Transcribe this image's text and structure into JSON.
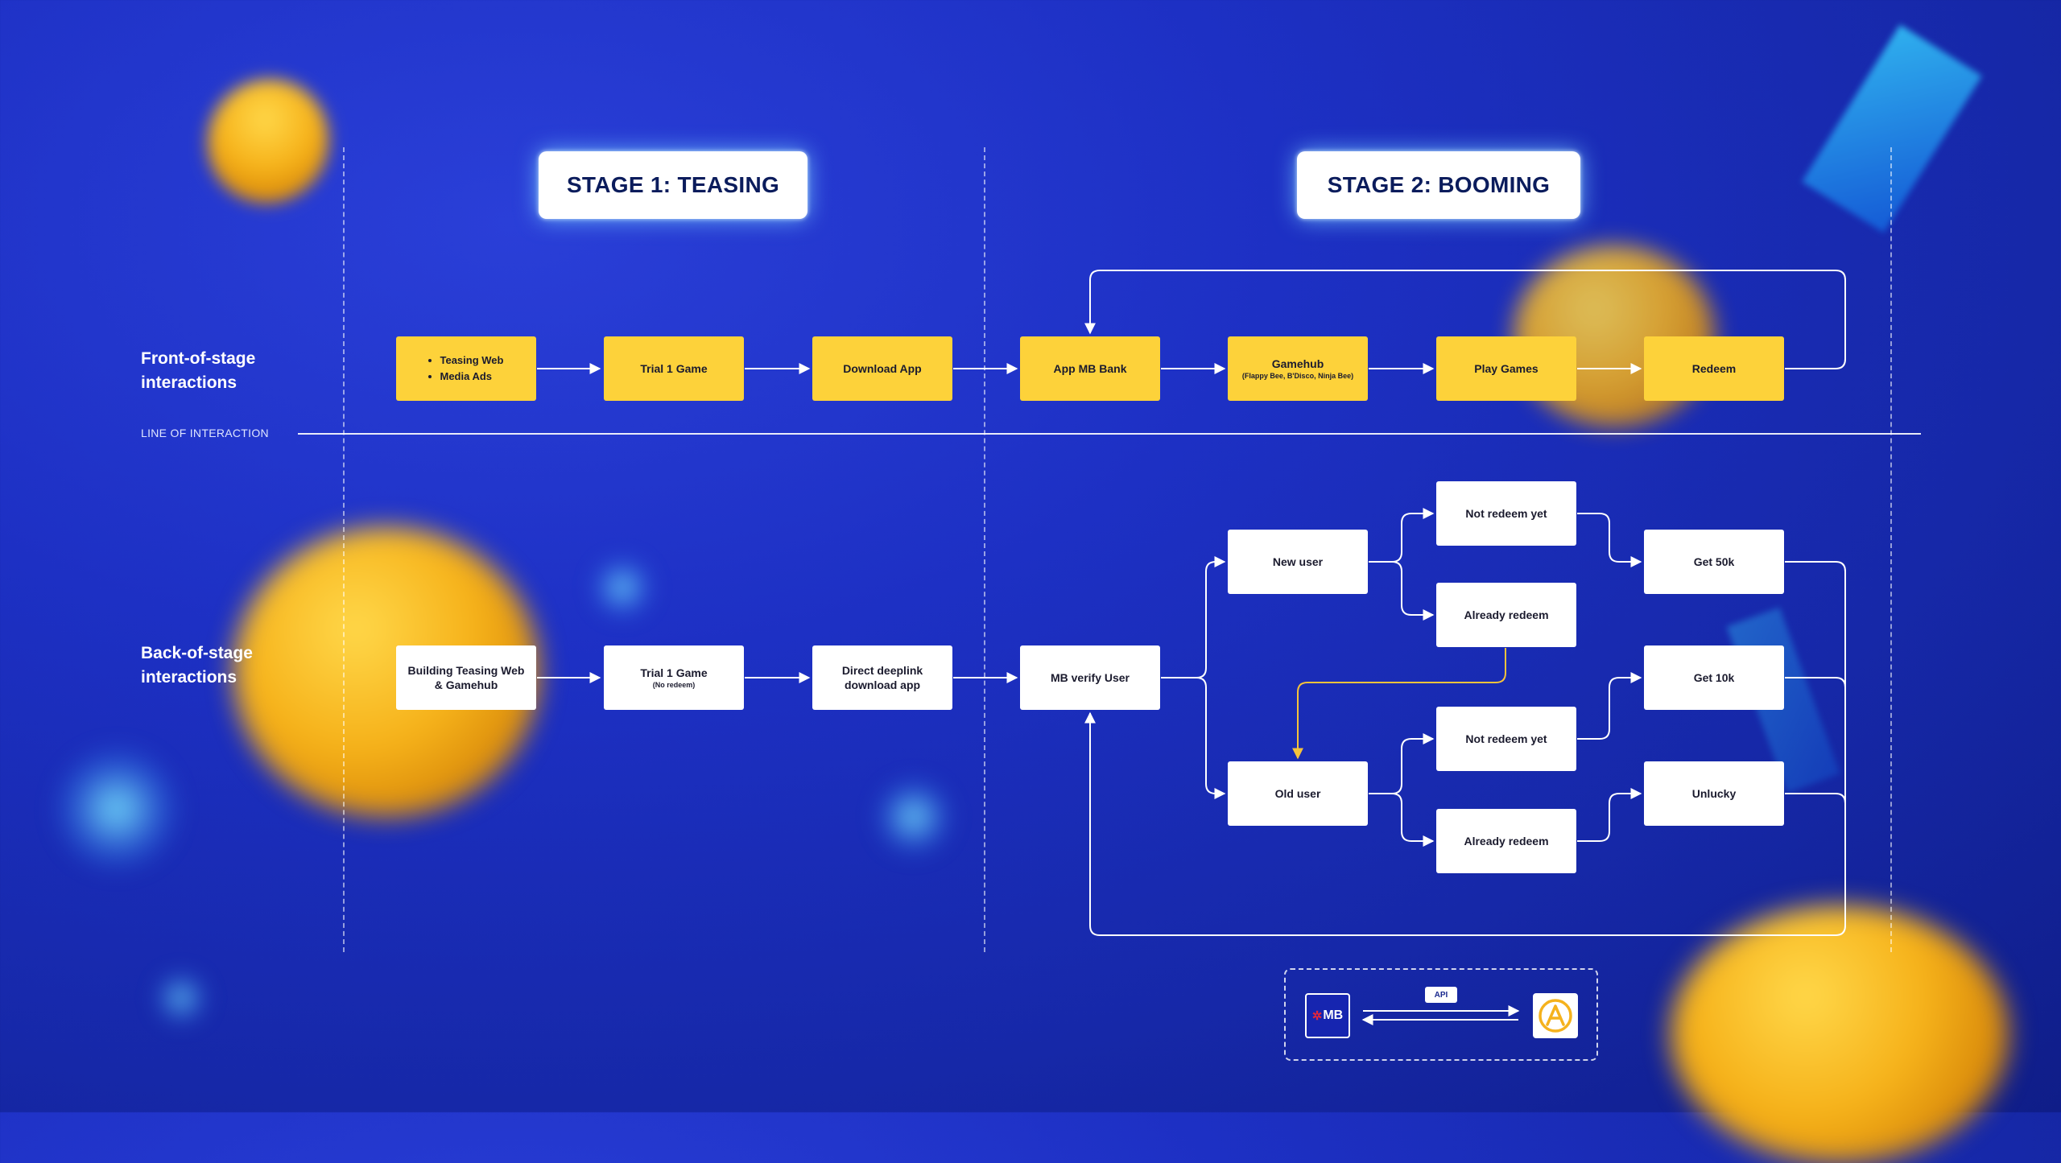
{
  "stages": [
    {
      "title": "STAGE 1: TEASING"
    },
    {
      "title": "STAGE 2: BOOMING"
    }
  ],
  "rows": {
    "front": "Front-of-stage interactions",
    "back": "Back-of-stage interactions",
    "line_of_interaction": "LINE OF INTERACTION"
  },
  "front_nodes": {
    "teasing": [
      "Teasing Web",
      "Media Ads"
    ],
    "trial": "Trial 1 Game",
    "download": "Download App",
    "app_mb": "App MB Bank",
    "gamehub": "Gamehub",
    "gamehub_sub": "(Flappy Bee, B'Disco, Ninja Bee)",
    "play": "Play Games",
    "redeem": "Redeem"
  },
  "back_nodes": {
    "building": "Building Teasing Web & Gamehub",
    "trial": "Trial 1 Game",
    "trial_sub": "(No redeem)",
    "deeplink": "Direct deeplink download app",
    "verify": "MB verify User",
    "new_user": "New user",
    "old_user": "Old user",
    "new_not_redeem": "Not redeem yet",
    "new_already": "Already redeem",
    "old_not_redeem": "Not redeem yet",
    "old_already": "Already redeem",
    "get50k": "Get 50k",
    "get10k": "Get 10k",
    "unlucky": "Unlucky"
  },
  "legend": {
    "bank_logo": "MB",
    "api": "API",
    "partner_icon": "partner-logo-icon"
  },
  "colors": {
    "background": "#1d30c4",
    "front_node": "#fdd23a",
    "back_node": "#ffffff",
    "connector": "#ffffff",
    "old_user_connector": "#f5c33b",
    "title_text": "#0b1c5c"
  }
}
